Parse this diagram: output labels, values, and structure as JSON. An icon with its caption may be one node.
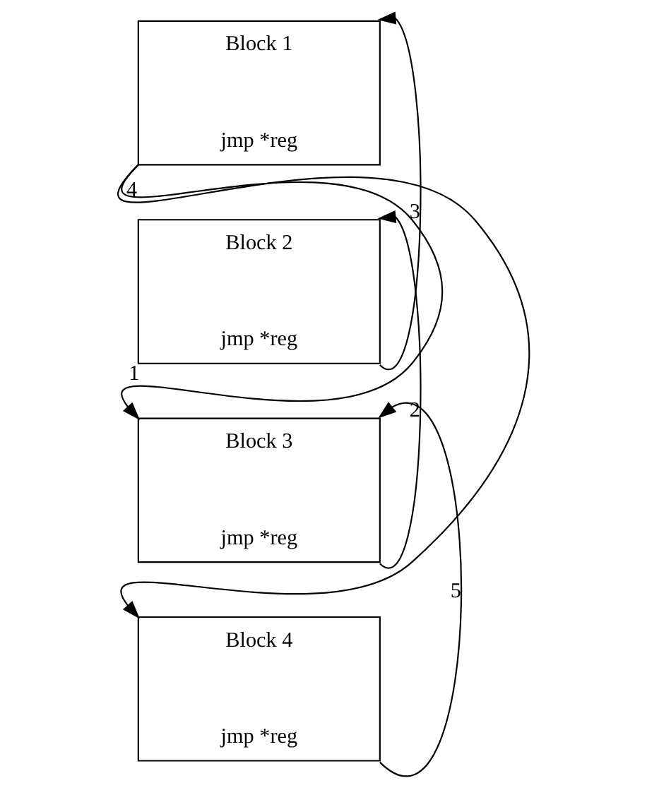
{
  "diagram": {
    "nodes": [
      {
        "text": [
          "Block 1",
          "jmp *reg"
        ]
      },
      {
        "text": [
          "Block 2",
          "jmp *reg"
        ]
      },
      {
        "text": [
          "Block 3",
          "jmp *reg"
        ]
      },
      {
        "text": [
          "Block 4",
          "jmp *reg"
        ]
      }
    ],
    "edges": [
      {
        "from": 0,
        "to": 2,
        "arrow": "to",
        "label": "1"
      },
      {
        "from": 0,
        "to": 3,
        "arrow": "to",
        "label": "4"
      },
      {
        "from": 1,
        "to": 0,
        "arrow": "to",
        "label": "3"
      },
      {
        "from": 2,
        "to": 1,
        "arrow": "to",
        "label": "2"
      },
      {
        "from": 3,
        "to": 2,
        "arrow": "to",
        "label": "5"
      }
    ]
  }
}
